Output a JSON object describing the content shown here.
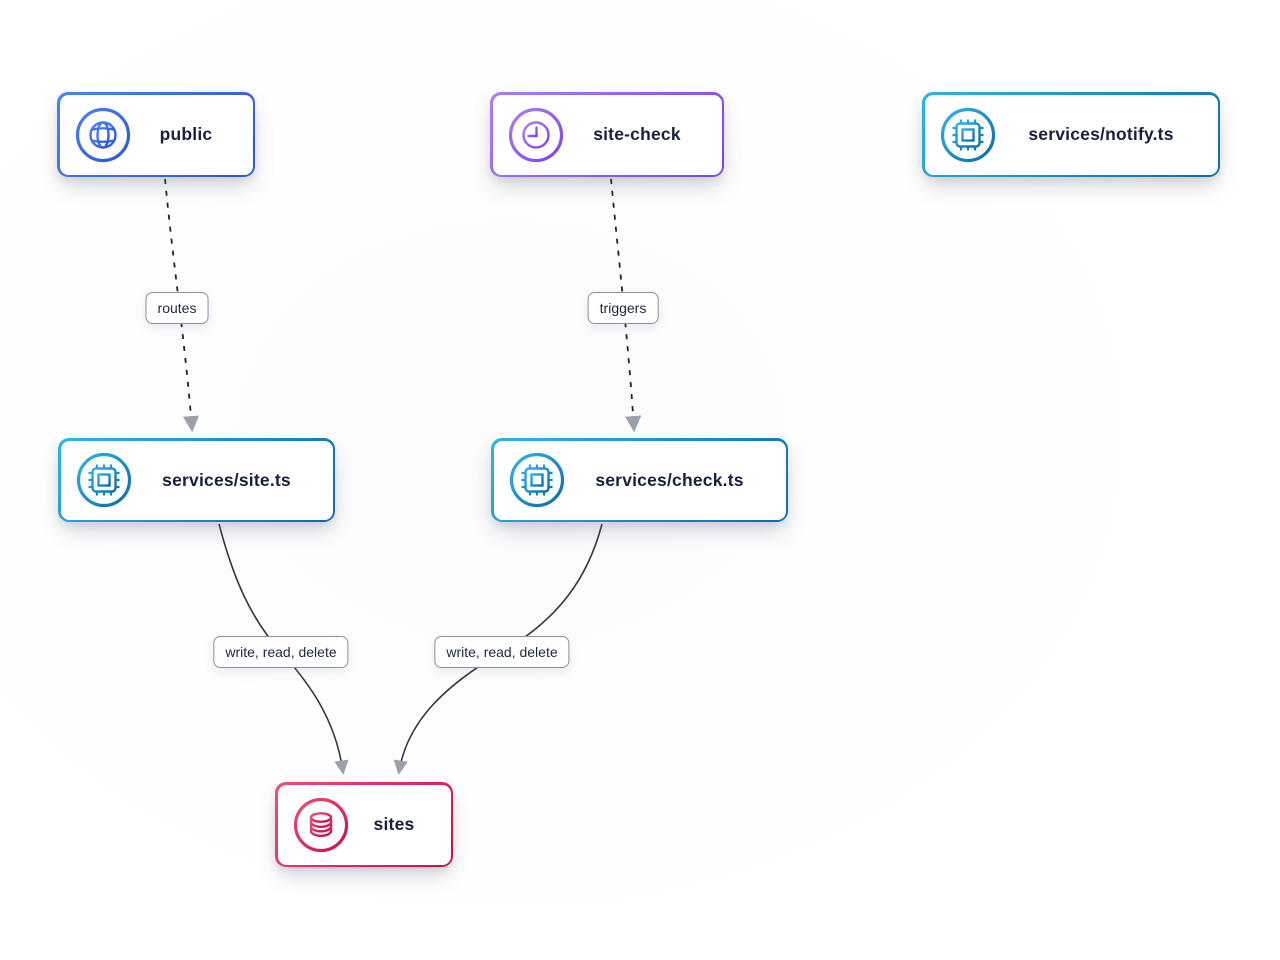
{
  "diagram": {
    "nodes": [
      {
        "id": "public",
        "label": "public",
        "icon": "globe-icon",
        "type": "entry",
        "color_from": "#4d82f2",
        "color_to": "#2857cf"
      },
      {
        "id": "site-check",
        "label": "site-check",
        "icon": "clock-icon",
        "type": "schedule",
        "color_from": "#a97df5",
        "color_to": "#7e41ee"
      },
      {
        "id": "services-notify",
        "label": "services/notify.ts",
        "icon": "chip-icon",
        "type": "service",
        "color_from": "#2fb3e8",
        "color_to": "#0c6ca8"
      },
      {
        "id": "services-site",
        "label": "services/site.ts",
        "icon": "chip-icon",
        "type": "service",
        "color_from": "#2fb3e8",
        "color_to": "#0c6ca8"
      },
      {
        "id": "services-check",
        "label": "services/check.ts",
        "icon": "chip-icon",
        "type": "service",
        "color_from": "#2fb3e8",
        "color_to": "#0c6ca8"
      },
      {
        "id": "sites",
        "label": "sites",
        "icon": "database-icon",
        "type": "datastore",
        "color_from": "#ee4f72",
        "color_to": "#c5124a"
      }
    ],
    "edges": [
      {
        "from": "public",
        "to": "services-site",
        "label": "routes",
        "style": "dashed"
      },
      {
        "from": "site-check",
        "to": "services-check",
        "label": "triggers",
        "style": "dashed"
      },
      {
        "from": "services-site",
        "to": "sites",
        "label": "write, read, delete",
        "style": "solid"
      },
      {
        "from": "services-check",
        "to": "sites",
        "label": "write, read, delete",
        "style": "solid"
      }
    ],
    "colors": {
      "edge_line": "#2c2f35",
      "edge_arrow": "#9aa1ab",
      "label_border": "#8891a0",
      "label_text": "#1c2742",
      "node_text": "#17203c",
      "node_fill": "#ffffff"
    }
  }
}
